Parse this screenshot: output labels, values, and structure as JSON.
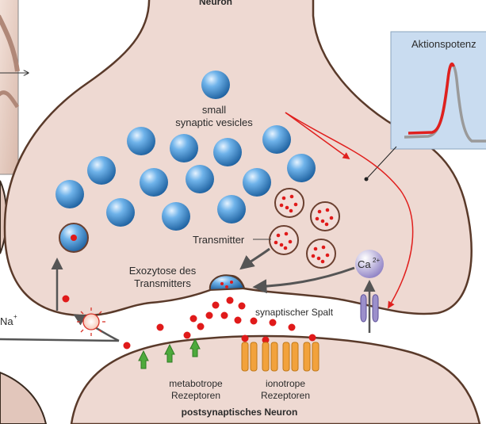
{
  "labels": {
    "neuron_top": "Neuron",
    "vesicles_line1": "small",
    "vesicles_line2": "synaptic vesicles",
    "action_potential": "Aktionspotenz",
    "transmitter": "Transmitter",
    "exocytosis_line1": "Exozytose des",
    "exocytosis_line2": "Transmitters",
    "calcium": "Ca",
    "calcium_charge": "2+",
    "sodium": "Na",
    "sodium_charge": "+",
    "synaptic_cleft": "synaptischer Spalt",
    "metabotropic_line1": "metabotrope",
    "metabotropic_line2": "Rezeptoren",
    "ionotropic_line1": "ionotrope",
    "ionotropic_line2": "Rezeptoren",
    "postsynaptic": "postsynaptisches Neuron"
  },
  "colors": {
    "neuron_fill": "#eed9d2",
    "neuron_outline": "#5a3a2a",
    "vesicle_blue": "#3d8fd1",
    "transmitter_red": "#e01a1a",
    "signal_arrow": "#e0201e",
    "calcium_channel": "#9b8fcb",
    "metabotropic_receptor": "#4daa3c",
    "ionotropic_receptor": "#f2a23c",
    "inset_background": "#c9dcf0"
  }
}
